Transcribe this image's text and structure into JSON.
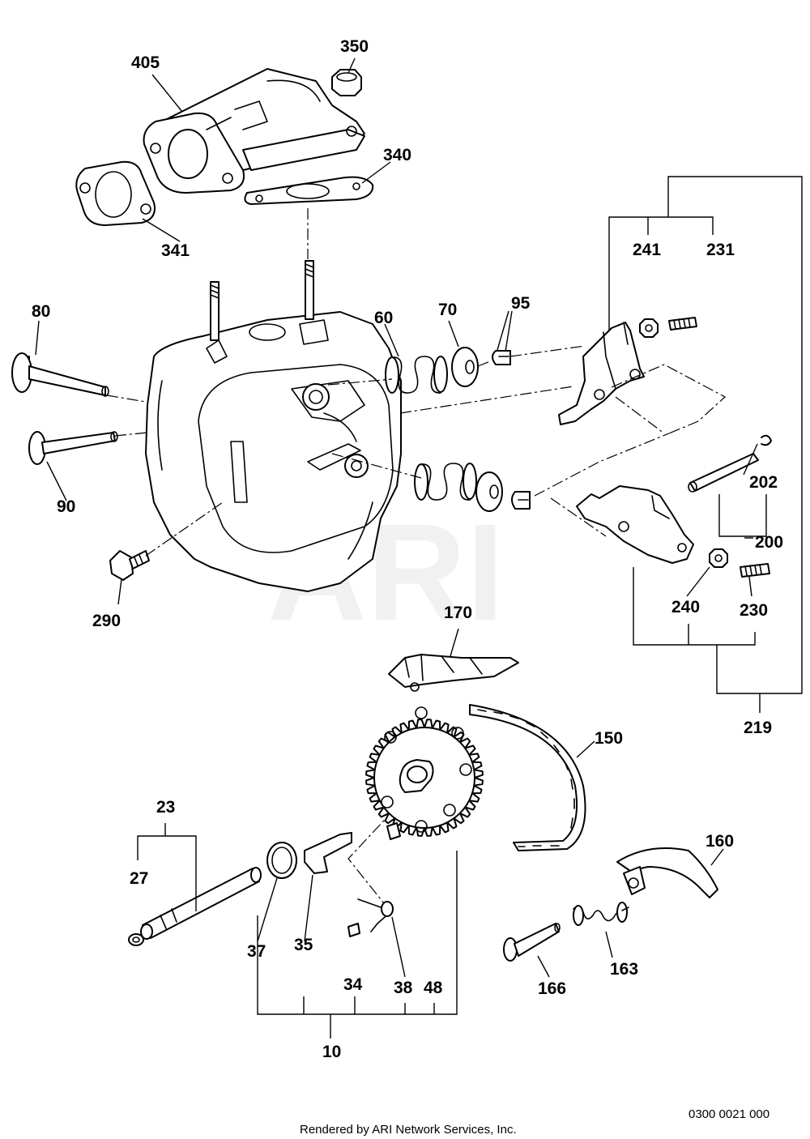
{
  "watermark": "ARI",
  "diagram_code": "0300 0021 000",
  "footer": "Rendered by ARI Network Services, Inc.",
  "labels": {
    "l405": "405",
    "l350": "350",
    "l340": "340",
    "l341": "341",
    "l241": "241",
    "l231": "231",
    "l80": "80",
    "l60": "60",
    "l70": "70",
    "l95": "95",
    "l90": "90",
    "l202": "202",
    "l200": "200",
    "l290": "290",
    "l240": "240",
    "l230": "230",
    "l170": "170",
    "l219": "219",
    "l150": "150",
    "l23": "23",
    "l27": "27",
    "l160": "160",
    "l37": "37",
    "l35": "35",
    "l34": "34",
    "l38": "38",
    "l48": "48",
    "l163": "163",
    "l166": "166",
    "l10": "10"
  }
}
